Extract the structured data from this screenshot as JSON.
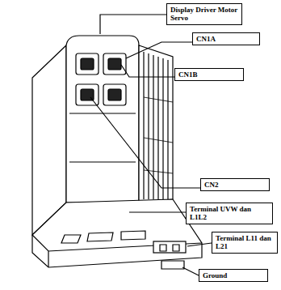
{
  "diagram": {
    "nodes": [
      {
        "text": [
          "Display Driver Motor Servo"
        ]
      },
      {
        "text": [
          "CN1A"
        ]
      },
      {
        "text": [
          "CN1B"
        ]
      },
      {
        "text": [
          "CN2"
        ]
      },
      {
        "text": [
          "Terminal UVW dan L1L2"
        ]
      },
      {
        "text": [
          "Terminal L11 dan L21"
        ]
      },
      {
        "text": [
          "Ground"
        ]
      }
    ]
  }
}
